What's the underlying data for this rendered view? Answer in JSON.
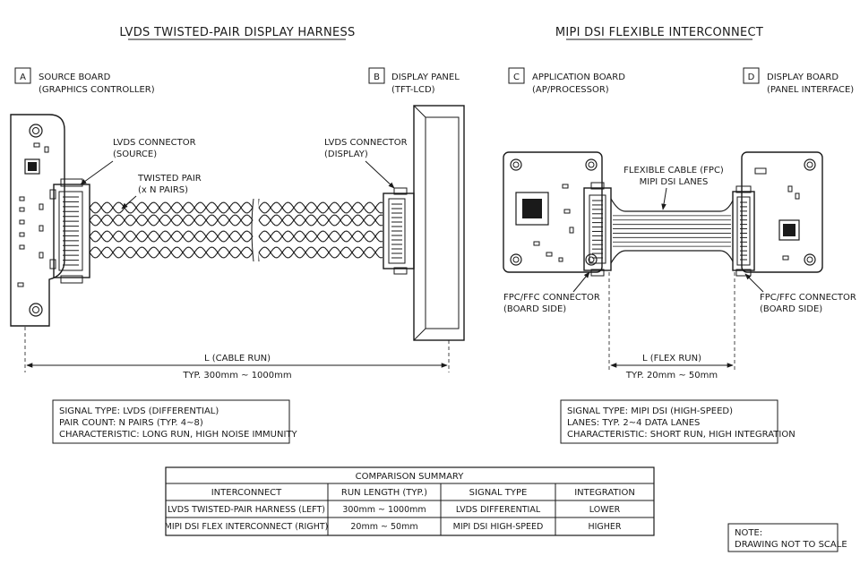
{
  "titles": {
    "left": "LVDS TWISTED-PAIR DISPLAY HARNESS",
    "right": "MIPI DSI FLEXIBLE INTERCONNECT"
  },
  "markers": [
    {
      "letter": "A",
      "line1": "SOURCE BOARD",
      "line2": "(GRAPHICS CONTROLLER)"
    },
    {
      "letter": "B",
      "line1": "DISPLAY PANEL",
      "line2": "(TFT-LCD)"
    },
    {
      "letter": "C",
      "line1": "APPLICATION BOARD",
      "line2": "(AP/PROCESSOR)"
    },
    {
      "letter": "D",
      "line1": "DISPLAY BOARD",
      "line2": "(PANEL INTERFACE)"
    }
  ],
  "callouts": {
    "lvds_src": [
      "LVDS CONNECTOR",
      "(SOURCE)"
    ],
    "twisted": [
      "TWISTED PAIR",
      "(x N PAIRS)"
    ],
    "lvds_disp": [
      "LVDS CONNECTOR",
      "(DISPLAY)"
    ],
    "flex": [
      "FLEXIBLE CABLE (FPC)",
      "MIPI DSI LANES"
    ],
    "fpc_left": [
      "FPC/FFC CONNECTOR",
      "(BOARD SIDE)"
    ],
    "fpc_right": [
      "FPC/FFC CONNECTOR",
      "(BOARD SIDE)"
    ]
  },
  "dims": {
    "left_label": "L (CABLE RUN)",
    "left_value": "TYP. 300mm ~ 1000mm",
    "right_label": "L (FLEX RUN)",
    "right_value": "TYP. 20mm ~ 50mm"
  },
  "info_left": [
    "SIGNAL TYPE: LVDS (DIFFERENTIAL)",
    "PAIR COUNT: N PAIRS (TYP. 4~8)",
    "CHARACTERISTIC: LONG RUN, HIGH NOISE IMMUNITY"
  ],
  "info_right": [
    "SIGNAL TYPE: MIPI DSI (HIGH-SPEED)",
    "LANES: TYP. 2~4 DATA LANES",
    "CHARACTERISTIC: SHORT RUN, HIGH INTEGRATION"
  ],
  "table": {
    "title": "COMPARISON SUMMARY",
    "headers": [
      "INTERCONNECT",
      "RUN LENGTH (TYP.)",
      "SIGNAL TYPE",
      "INTEGRATION"
    ],
    "rows": [
      [
        "LVDS TWISTED-PAIR HARNESS (LEFT)",
        "300mm ~ 1000mm",
        "LVDS DIFFERENTIAL",
        "LOWER"
      ],
      [
        "MIPI DSI FLEX INTERCONNECT (RIGHT)",
        "20mm ~ 50mm",
        "MIPI DSI HIGH-SPEED",
        "HIGHER"
      ]
    ]
  },
  "note": [
    "NOTE:",
    "DRAWING NOT TO SCALE"
  ]
}
